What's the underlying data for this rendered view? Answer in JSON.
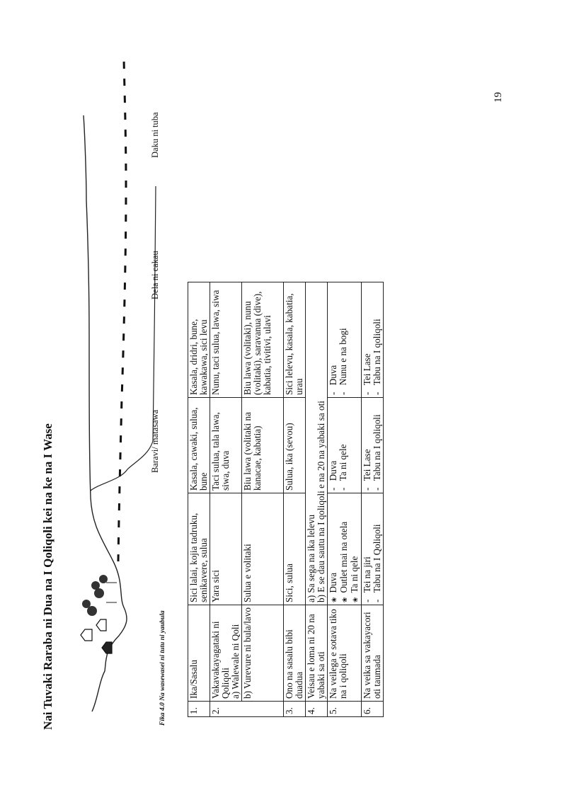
{
  "page": {
    "title": "Nai Tuvaki Raraba ni Dua na I Qoliqoli kei na ke na I Wase",
    "page_number": "19",
    "figure_caption": "Fika 4.0 Na wasewasei ni tutu ni yaubula"
  },
  "zones": {
    "baravi": "Baravi/ matasawa",
    "dela": "Dela ni cakau",
    "daku": "Daku ni tuba"
  },
  "rows": {
    "r1": {
      "num": "1.",
      "label": "Ika/Sasalu",
      "baravi": "Sici lalai, kojia tadruku, senikavere, sulua",
      "dela": "Kasala, cawaki, sulua, bune",
      "daku": "Kasala, dridri, bune, kawakawa, sici levu"
    },
    "r2": {
      "num": "2.",
      "label": "Vakavakayagataki ni Qoliqoli",
      "sub_a": "a) Walewale ni Qoli",
      "sub_b": "b) Vurevure ni bula/lavo",
      "a_baravi": "Yara sici",
      "a_dela": "Taci sulua, tala lawa, siwa, duva",
      "a_daku": "Nunu, taci sulua, lawa, siwa",
      "b_baravi": "Sulua e volitaki",
      "b_dela": "Biu lawa (volitaki na kanacae, kabatia)",
      "b_daku": "Biu lawa (volitaki), nunu (volitaki), saravanua (dive), kabatia, tivitivi, ulavi"
    },
    "r3": {
      "num": "3.",
      "label": "Ono na sasalu bibi duadua",
      "baravi": "Sici, sulua",
      "dela": "Sulua, ika (sevou)",
      "daku": "Sici lelevu, kasala, kabatia, urau"
    },
    "r4": {
      "num": "4.",
      "label": "Veisau e loma ni 20 na yabaki sa oti",
      "a": "a) Sa sega na ika lelevu",
      "b": "b) E se dau sautu na I qoliqoli e na 20 na yabaki sa oti"
    },
    "r5": {
      "num": "5.",
      "label": "Na veilega e sotava tiko na i qoliqoli",
      "baravi": [
        "Duva",
        "Outlet mai na otela",
        "Ta ni qele"
      ],
      "dela": [
        "Duva",
        "Ta ni qele"
      ],
      "daku": [
        "Duva",
        "Nunu e na bogi"
      ]
    },
    "r6": {
      "num": "6.",
      "label": "Na veika sa vakayacori oti taumada",
      "baravi": [
        "Tei na jiri",
        "Tabu na I Qoliqoli"
      ],
      "dela": [
        "Tei Lase",
        "Tabu na I qoliqoli"
      ],
      "daku": [
        "Tei Lase",
        "Tabu na I qoliqoli"
      ]
    }
  }
}
